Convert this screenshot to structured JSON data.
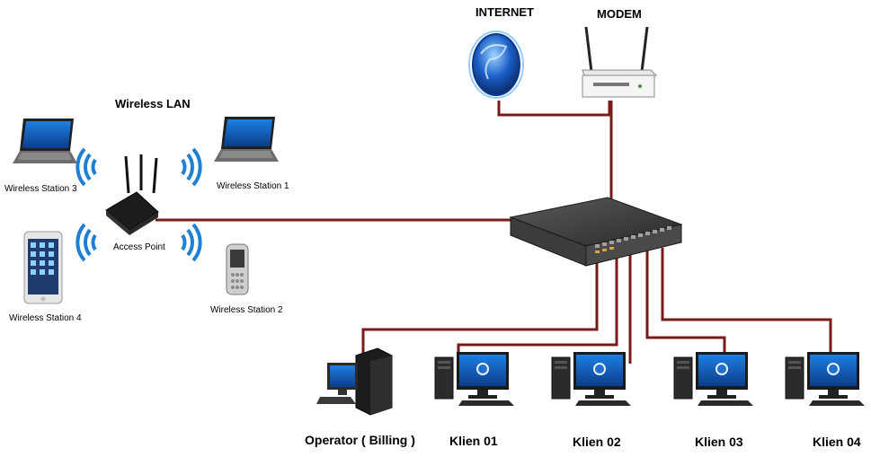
{
  "diagram": {
    "top_labels": {
      "internet": "INTERNET",
      "modem": "MODEM"
    },
    "wireless": {
      "title": "Wireless LAN",
      "access_point": "Access Point",
      "stations": {
        "s1": "Wireless Station 1",
        "s2": "Wireless Station 2",
        "s3": "Wireless Station 3",
        "s4": "Wireless Station 4"
      }
    },
    "clients": {
      "operator": "Operator ( Billing )",
      "k1": "Klien 01",
      "k2": "Klien 02",
      "k3": "Klien 03",
      "k4": "Klien 04"
    },
    "colors": {
      "cable": "#7a1b1b",
      "signal": "#1f7fd3",
      "switch_body": "#3a3a3a"
    }
  }
}
